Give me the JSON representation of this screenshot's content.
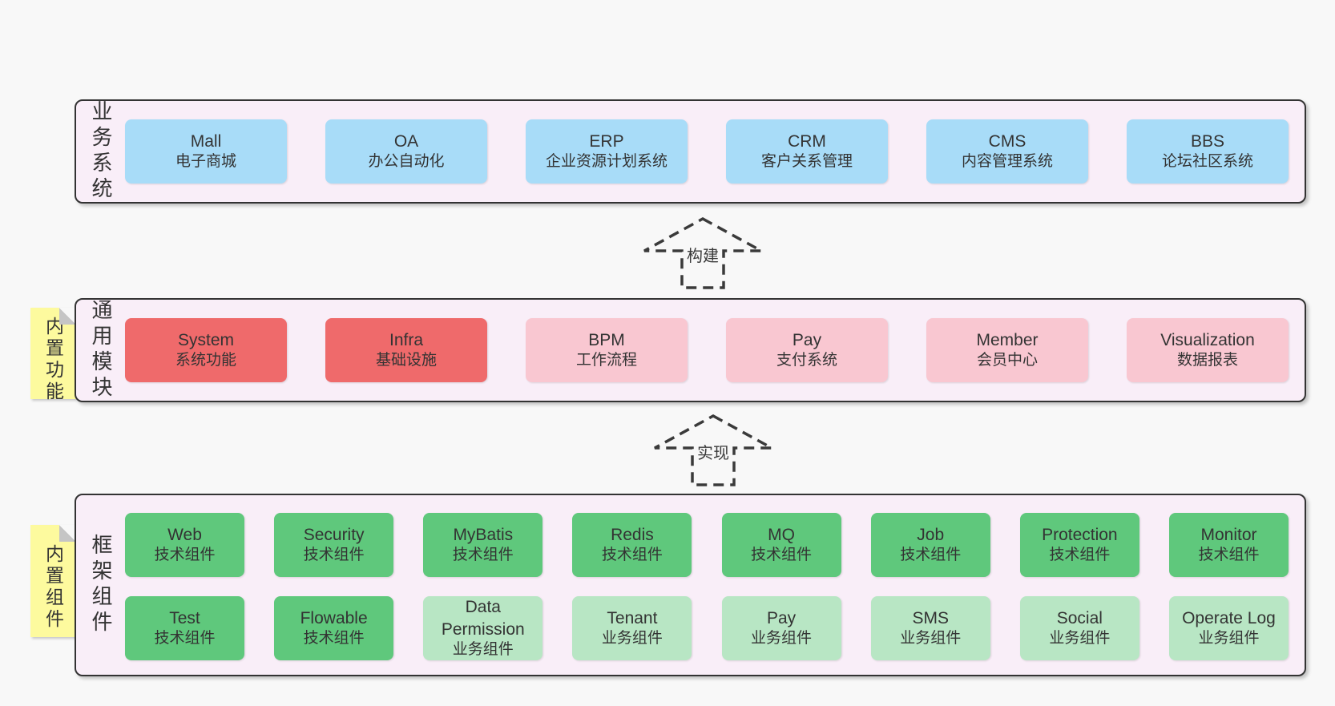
{
  "colors": {
    "page_bg": "#f8f8f8",
    "panel_bg": "#f9eef8",
    "panel_border": "#333333",
    "box_blue": "#a8dcf8",
    "box_red": "#ef6a6b",
    "box_pink": "#f9c7d1",
    "box_green": "#5fc87c",
    "box_green_light": "#b8e6c4",
    "sticky_yellow": "#fdfa9e",
    "fold_gray": "#c5c5c5",
    "text": "#333333"
  },
  "layers": {
    "business": {
      "side_label": "业务系统",
      "boxes": [
        {
          "en": "Mall",
          "zh": "电子商城"
        },
        {
          "en": "OA",
          "zh": "办公自动化"
        },
        {
          "en": "ERP",
          "zh": "企业资源计划系统"
        },
        {
          "en": "CRM",
          "zh": "客户关系管理"
        },
        {
          "en": "CMS",
          "zh": "内容管理系统"
        },
        {
          "en": "BBS",
          "zh": "论坛社区系统"
        }
      ]
    },
    "modules": {
      "side_label": "通用模块",
      "sticky_label": "内置功能",
      "boxes": [
        {
          "en": "System",
          "zh": "系统功能"
        },
        {
          "en": "Infra",
          "zh": "基础设施"
        },
        {
          "en": "BPM",
          "zh": "工作流程"
        },
        {
          "en": "Pay",
          "zh": "支付系统"
        },
        {
          "en": "Member",
          "zh": "会员中心"
        },
        {
          "en": "Visualization",
          "zh": "数据报表"
        }
      ]
    },
    "framework": {
      "side_label": "框架组件",
      "sticky_label": "内置组件",
      "row1": [
        {
          "en": "Web",
          "zh": "技术组件"
        },
        {
          "en": "Security",
          "zh": "技术组件"
        },
        {
          "en": "MyBatis",
          "zh": "技术组件"
        },
        {
          "en": "Redis",
          "zh": "技术组件"
        },
        {
          "en": "MQ",
          "zh": "技术组件"
        },
        {
          "en": "Job",
          "zh": "技术组件"
        },
        {
          "en": "Protection",
          "zh": "技术组件"
        },
        {
          "en": "Monitor",
          "zh": "技术组件"
        }
      ],
      "row2": [
        {
          "en": "Test",
          "zh": "技术组件"
        },
        {
          "en": "Flowable",
          "zh": "技术组件"
        },
        {
          "en": "Data Permission",
          "zh": "业务组件"
        },
        {
          "en": "Tenant",
          "zh": "业务组件"
        },
        {
          "en": "Pay",
          "zh": "业务组件"
        },
        {
          "en": "SMS",
          "zh": "业务组件"
        },
        {
          "en": "Social",
          "zh": "业务组件"
        },
        {
          "en": "Operate Log",
          "zh": "业务组件"
        }
      ]
    }
  },
  "arrows": {
    "build": "构建",
    "implement": "实现"
  }
}
